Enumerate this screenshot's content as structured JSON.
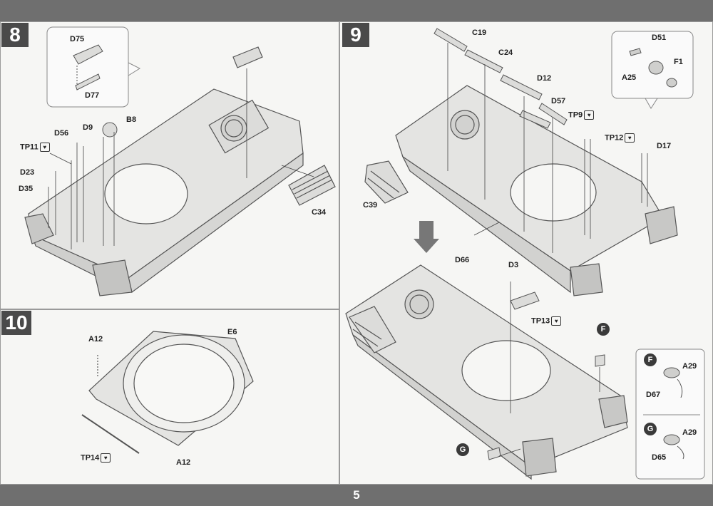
{
  "page_number": "5",
  "steps": [
    {
      "number": "8"
    },
    {
      "number": "9"
    },
    {
      "number": "10"
    }
  ],
  "step8": {
    "labels": [
      "D75",
      "D77",
      "B8",
      "D9",
      "D56",
      "TP11",
      "D23",
      "D35",
      "C34"
    ]
  },
  "step9": {
    "labels": [
      "C19",
      "C24",
      "D12",
      "D57",
      "TP9",
      "TP12",
      "D51",
      "F1",
      "A25",
      "D17",
      "C39",
      "D66",
      "D3",
      "TP13"
    ],
    "callout_F": {
      "badge": "F",
      "part_a": "A29",
      "part_b": "D67"
    },
    "callout_G": {
      "badge": "G",
      "part_a": "A29",
      "part_b": "D65"
    },
    "badge_F_main": "F",
    "badge_G_main": "G"
  },
  "step10": {
    "labels": [
      "A12",
      "E6",
      "TP14",
      "A12"
    ]
  },
  "colors": {
    "bars": "#6f6f6f",
    "step_box": "#4a4a4a",
    "paper": "#f2f2f0"
  }
}
